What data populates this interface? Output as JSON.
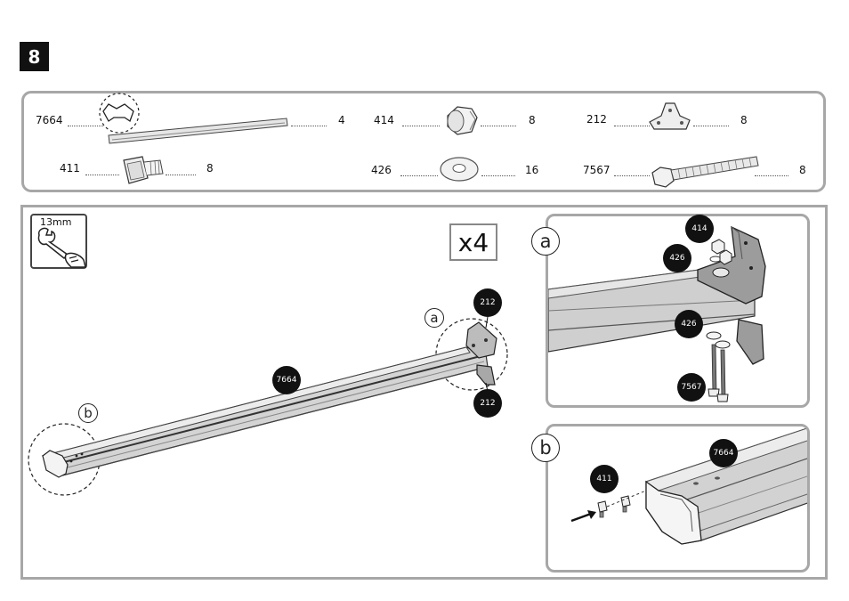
{
  "step": "8",
  "parts": [
    {
      "code": "7664",
      "qty": "4",
      "icon": "rail-profile-icon"
    },
    {
      "code": "414",
      "qty": "8",
      "icon": "nut-icon"
    },
    {
      "code": "212",
      "qty": "8",
      "icon": "bracket-icon"
    },
    {
      "code": "411",
      "qty": "8",
      "icon": "rivet-icon"
    },
    {
      "code": "426",
      "qty": "16",
      "icon": "washer-icon"
    },
    {
      "code": "7567",
      "qty": "8",
      "icon": "bolt-icon"
    }
  ],
  "tool": {
    "size": "13mm",
    "icon": "wrench-icon"
  },
  "multiplier": "x4",
  "main_view": {
    "rail_code": "7664",
    "bracket_top": "212",
    "bracket_bottom": "212",
    "detail_a_letter": "a",
    "detail_b_letter": "b"
  },
  "detail_a": {
    "letter": "a",
    "nut": "414",
    "washer_top": "426",
    "washer_bottom": "426",
    "bolt": "7567"
  },
  "detail_b": {
    "letter": "b",
    "rail": "7664",
    "rivet": "411"
  }
}
